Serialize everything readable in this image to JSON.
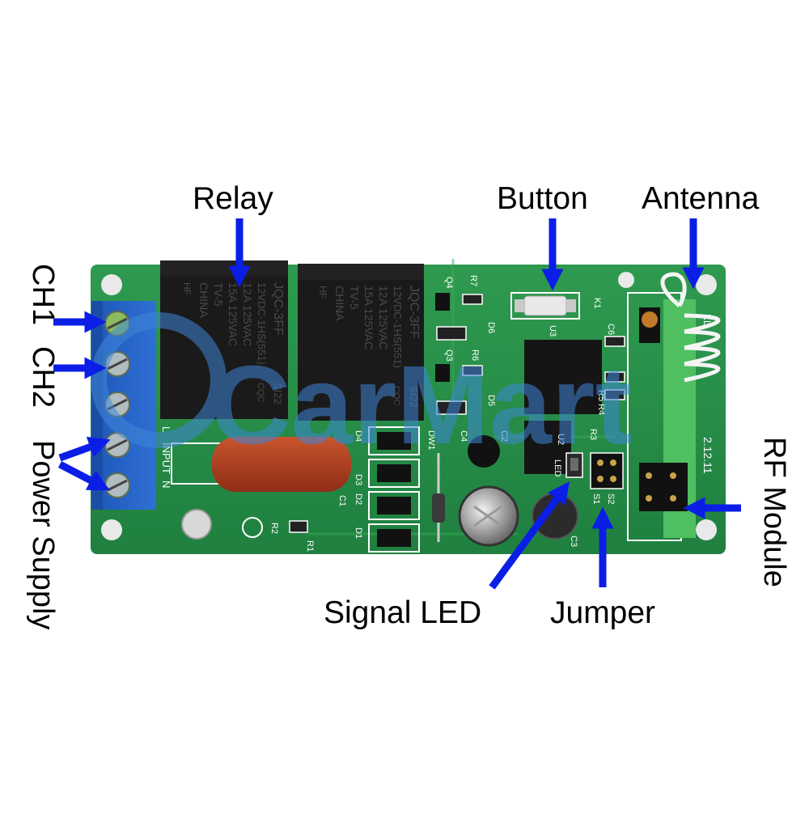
{
  "labels": {
    "relay": "Relay",
    "button": "Button",
    "antenna": "Antenna",
    "ch1": "CH1",
    "ch2": "CH2",
    "power_supply": "Power Supply",
    "rf_module": "RF Module",
    "signal_led": "Signal LED",
    "jumper": "Jumper"
  },
  "watermark": "CarMart",
  "relays": [
    {
      "brand": "HF",
      "model": "JQC-3FF",
      "part": "12VDC-1HS(551)",
      "rating1": "12A 125VAC",
      "rating2": "15A 125VAC",
      "rating3": "TV-5",
      "origin": "CHINA",
      "code": "SI22",
      "cert": "CQC"
    },
    {
      "brand": "HF",
      "model": "JQC-3FF",
      "part": "12VDC-1HS(551)",
      "rating1": "12A 125VAC",
      "rating2": "15A 125VAC",
      "rating3": "TV-5",
      "origin": "CHINA",
      "code": "SI22",
      "cert": "CQC"
    }
  ],
  "silkscreen": {
    "input": "INPUT",
    "l": "L",
    "n": "N",
    "q4": "Q4",
    "q3": "Q3",
    "r7": "R7",
    "r6": "R6",
    "r5r4": "R5 R4",
    "r3": "R3",
    "d6": "D6",
    "d5": "D5",
    "d4": "D4",
    "d3": "D3",
    "d2": "D2",
    "d1": "D1",
    "u3": "U3",
    "u2": "U2",
    "k1": "K1",
    "c6": "C6",
    "c3": "C3",
    "c2": "C2",
    "c1": "C1",
    "c4": "C4",
    "r1": "R1",
    "r2": "R2",
    "dw1": "DW1",
    "led": "LED",
    "s1": "S1",
    "s2": "S2",
    "kl": "KL",
    "date": "2.12.11"
  }
}
